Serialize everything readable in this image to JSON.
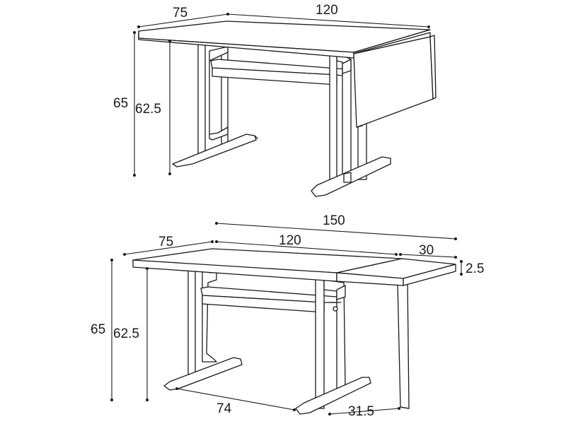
{
  "top_view": {
    "dims": {
      "width": "75",
      "length": "120",
      "height": "65",
      "height_inner": "62.5"
    }
  },
  "bottom_view": {
    "dims": {
      "width": "75",
      "length_total": "150",
      "length_main": "120",
      "length_leaf": "30",
      "thickness": "2.5",
      "height": "65",
      "height_inner": "62.5",
      "foot_span": "74",
      "foot_depth": "31.5"
    }
  }
}
